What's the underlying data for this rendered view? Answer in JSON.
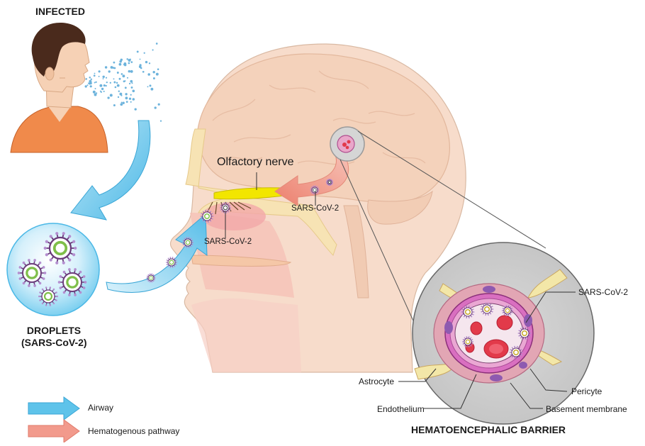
{
  "labels": {
    "infected": "INFECTED",
    "droplets_line1": "DROPLETS",
    "droplets_line2": "(SARS-CoV-2)",
    "olfactory_nerve": "Olfactory nerve",
    "sars_nerve": "SARS-CoV-2",
    "sars_nasal": "SARS-CoV-2",
    "sars_barrier": "SARS-CoV-2",
    "astrocyte": "Astrocyte",
    "pericyte": "Pericyte",
    "endothelium": "Endothelium",
    "basement_membrane": "Basement membrane",
    "barrier_title": "HEMATOENCEPHALIC BARRIER"
  },
  "legend": [
    {
      "label": "Airway",
      "color": "#5ec3ea"
    },
    {
      "label": "Hematogenous pathway",
      "color": "#f29a8c"
    }
  ],
  "colors": {
    "airway_arrow": "#5ec3ea",
    "hematogenous_arrow": "#f29a8c",
    "skin": "#f6dcc9",
    "brain": "#f6d6c0",
    "shirt": "#f08a4b",
    "olfactory": "#f2e600",
    "vessel_lumen": "#e9a6c9",
    "red_cell": "#e23a4a",
    "astrocyte": "#f3e7a8",
    "virus": "#6a3b7a"
  }
}
